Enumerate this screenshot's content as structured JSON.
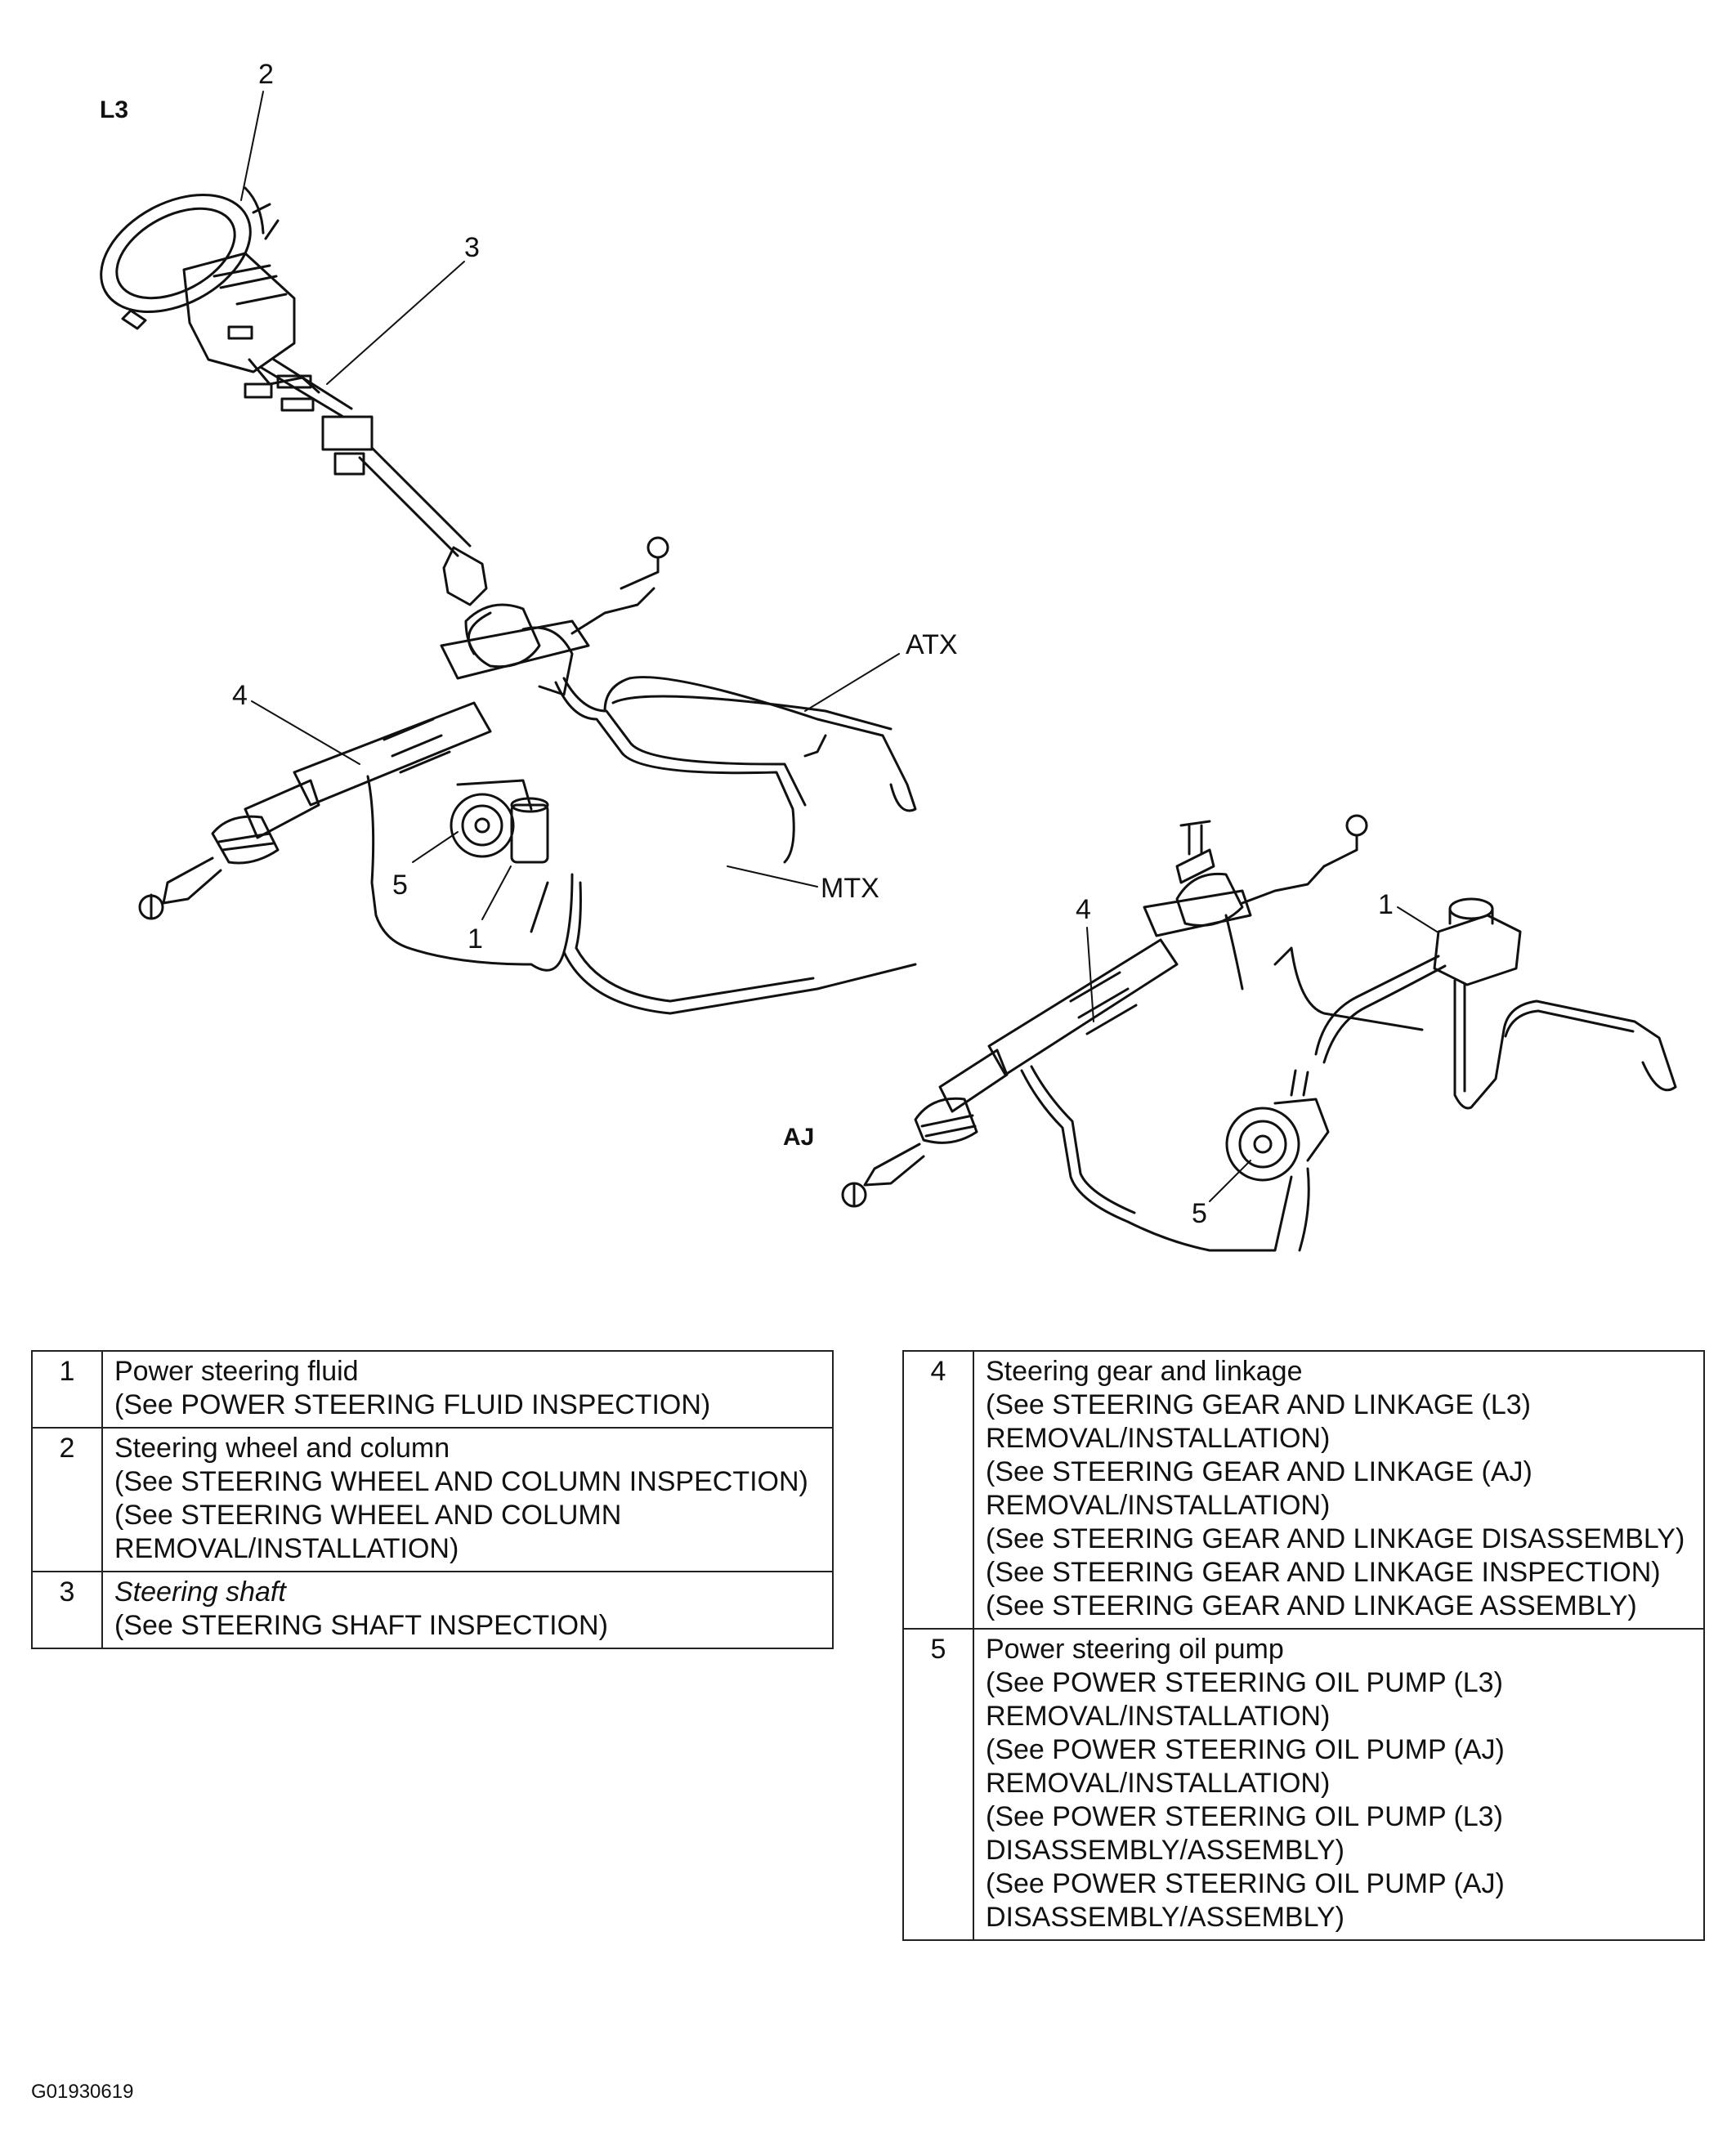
{
  "variants": {
    "l3": "L3",
    "aj": "AJ"
  },
  "callouts": {
    "l3": {
      "c1": "1",
      "c2": "2",
      "c3": "3",
      "c4": "4",
      "c5": "5",
      "atx": "ATX",
      "mtx": "MTX"
    },
    "aj": {
      "c1": "1",
      "c4": "4",
      "c5": "5"
    }
  },
  "table_left": [
    {
      "num": "1",
      "name": "Power steering fluid",
      "refs": [
        "(See POWER STEERING FLUID INSPECTION)"
      ]
    },
    {
      "num": "2",
      "name": "Steering wheel and column",
      "refs": [
        "(See STEERING WHEEL AND COLUMN INSPECTION)",
        "(See STEERING WHEEL AND COLUMN REMOVAL/INSTALLATION)"
      ]
    },
    {
      "num": "3",
      "name": "Steering shaft",
      "refs": [
        "(See STEERING SHAFT INSPECTION)"
      ]
    }
  ],
  "table_right": [
    {
      "num": "4",
      "name": "Steering gear and linkage",
      "refs": [
        "(See STEERING GEAR AND LINKAGE (L3) REMOVAL/INSTALLATION)",
        "(See STEERING GEAR AND LINKAGE (AJ) REMOVAL/INSTALLATION)",
        "(See STEERING GEAR AND LINKAGE DISASSEMBLY)",
        "(See STEERING GEAR AND LINKAGE INSPECTION)",
        "(See STEERING GEAR AND LINKAGE ASSEMBLY)"
      ]
    },
    {
      "num": "5",
      "name": "Power steering oil pump",
      "refs": [
        "(See POWER STEERING OIL PUMP (L3) REMOVAL/INSTALLATION)",
        "(See POWER STEERING OIL PUMP (AJ) REMOVAL/INSTALLATION)",
        "(See POWER STEERING OIL PUMP (L3) DISASSEMBLY/ASSEMBLY)",
        "(See POWER STEERING OIL PUMP (AJ) DISASSEMBLY/ASSEMBLY)"
      ]
    }
  ],
  "figure_id": "G01930619"
}
